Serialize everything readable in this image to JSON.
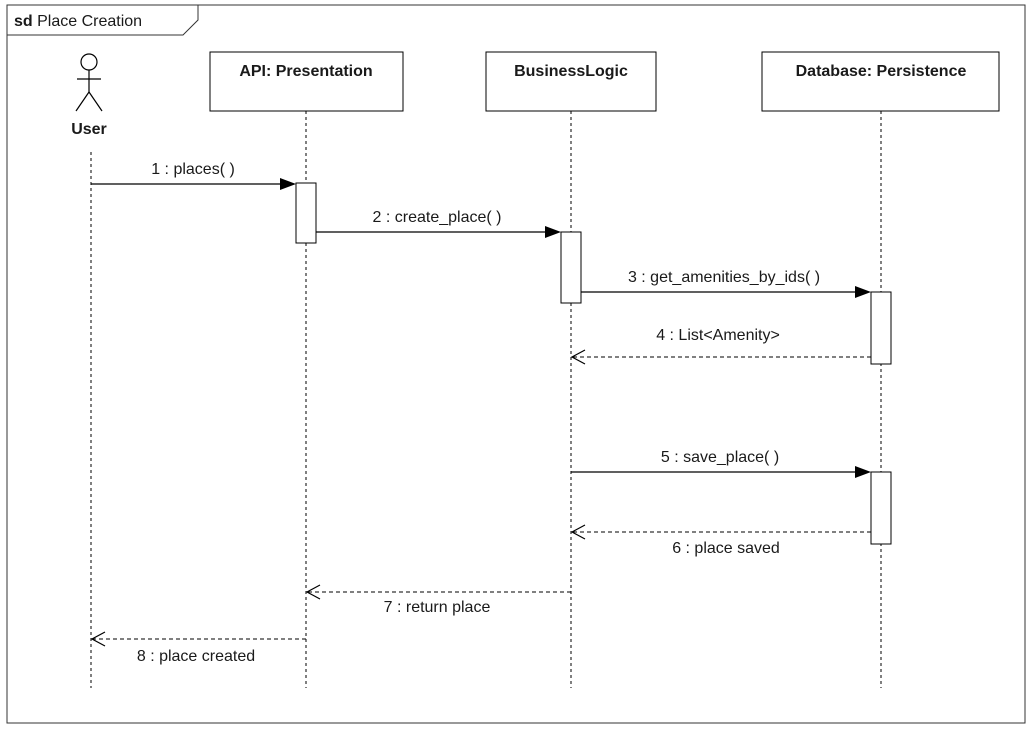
{
  "frame": {
    "keyword": "sd",
    "title": "Place Creation"
  },
  "actor": {
    "name": "User"
  },
  "participants": [
    {
      "name": "API: Presentation"
    },
    {
      "name": "BusinessLogic"
    },
    {
      "name": "Database: Persistence"
    }
  ],
  "messages": [
    {
      "label": "1 : places( )",
      "kind": "sync"
    },
    {
      "label": "2 : create_place( )",
      "kind": "sync"
    },
    {
      "label": "3 : get_amenities_by_ids( )",
      "kind": "sync"
    },
    {
      "label": "4 : List<Amenity>",
      "kind": "return"
    },
    {
      "label": "5 : save_place( )",
      "kind": "sync"
    },
    {
      "label": "6 : place saved",
      "kind": "return"
    },
    {
      "label": "7 : return place",
      "kind": "return"
    },
    {
      "label": "8 : place created",
      "kind": "return"
    }
  ]
}
